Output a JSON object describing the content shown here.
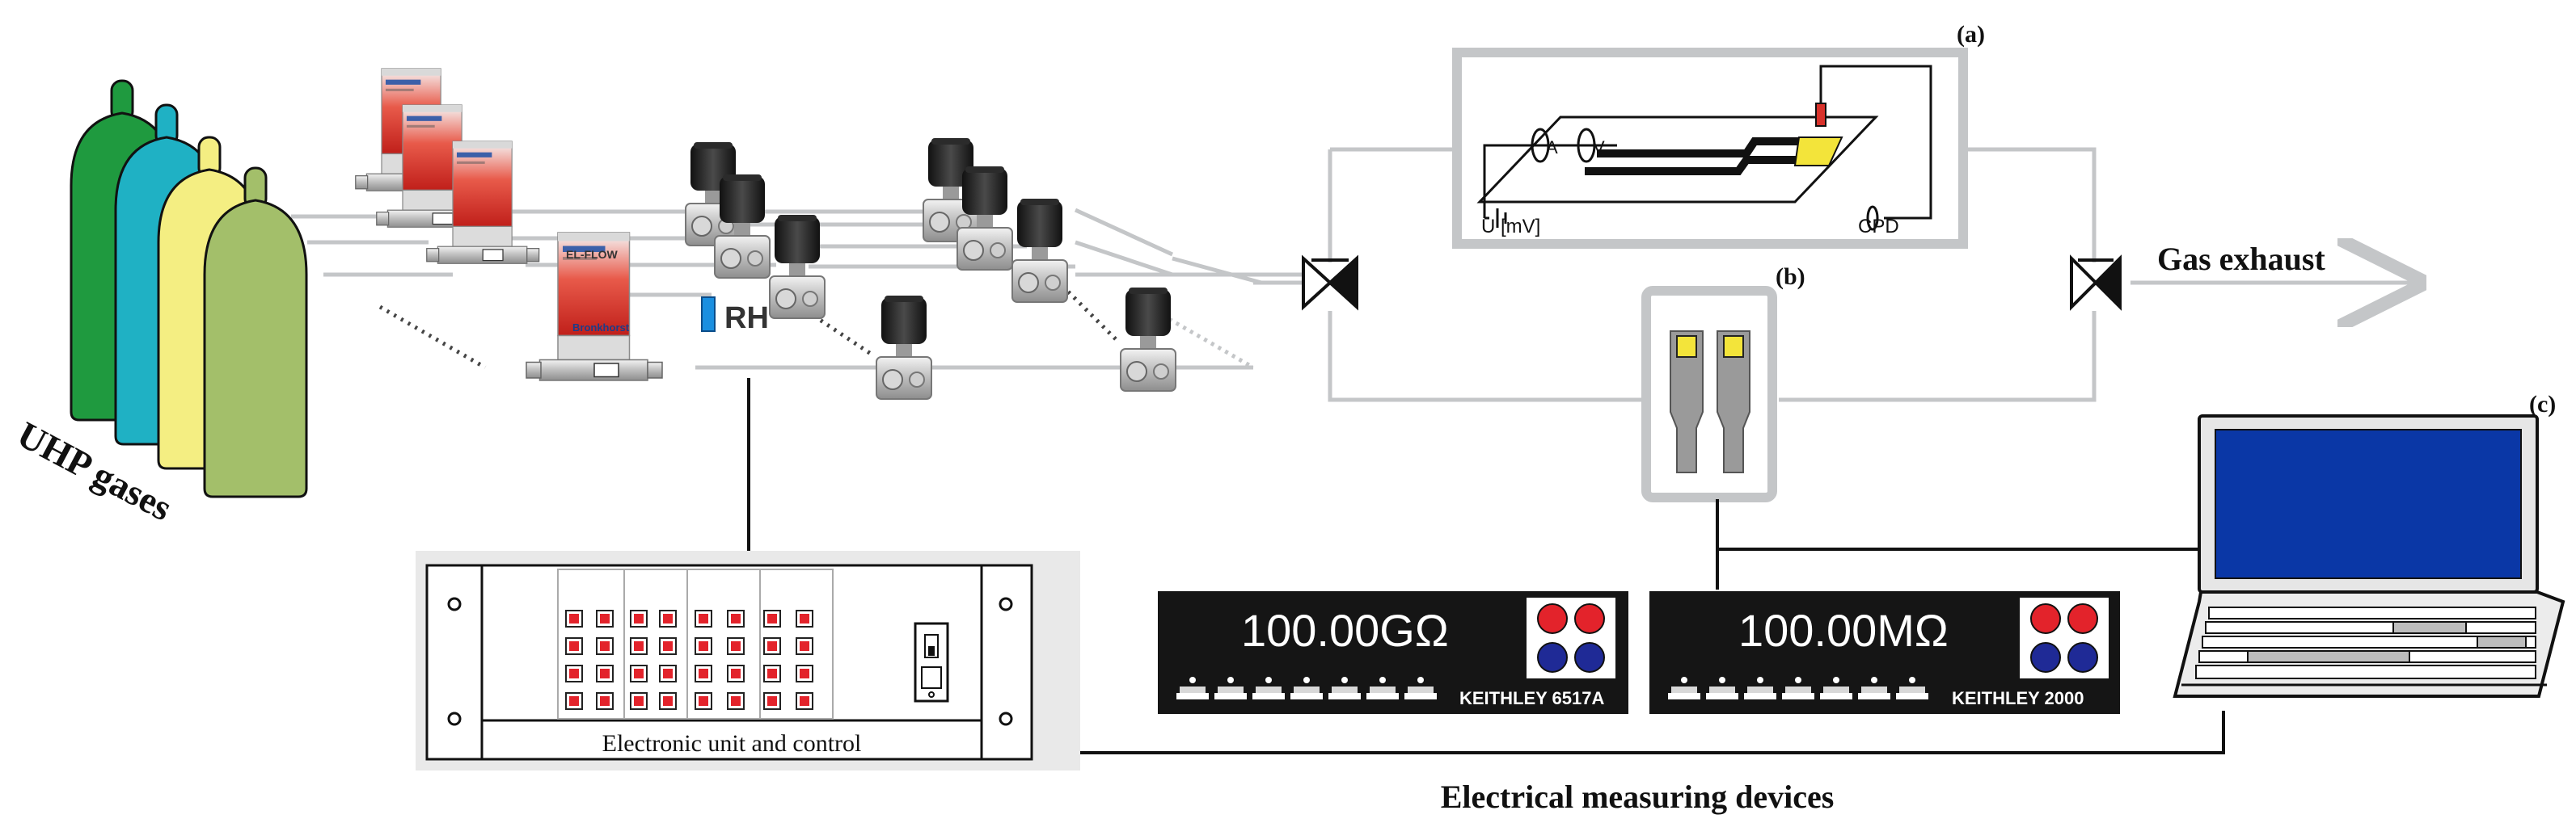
{
  "labels": {
    "uhp_gases": "UHP gases",
    "rh": "RH",
    "gas_exhaust": "Gas exhaust",
    "electronic_unit": "Electronic unit and control",
    "electrical_devices": "Electrical measuring devices"
  },
  "panel_tags": {
    "a": "(a)",
    "b": "(b)",
    "c": "(c)"
  },
  "sensor_schematic": {
    "voltage_label": "U [mV]",
    "cpd_label": "CPD",
    "ammeter": "A",
    "voltmeter": "V"
  },
  "meters": [
    {
      "display": "100.00GΩ",
      "model": "KEITHLEY 6517A"
    },
    {
      "display": "100.00MΩ",
      "model": "KEITHLEY 2000"
    }
  ],
  "flow_controller_branding": {
    "brand": "Bronkhorst",
    "series": "EL-FLOW"
  },
  "colors": {
    "bottle_green": "#1f9a3f",
    "bottle_teal": "#1fb1c4",
    "bottle_yellow": "#f4ee82",
    "bottle_olive": "#a3bf6a",
    "pipe_grey": "#c4c6c8",
    "meter_body": "#151515",
    "monitor_blue": "#0a37a6",
    "button_red": "#e3232b",
    "button_blue": "#1f2a96",
    "sensor_yellow": "#f3e43a"
  }
}
